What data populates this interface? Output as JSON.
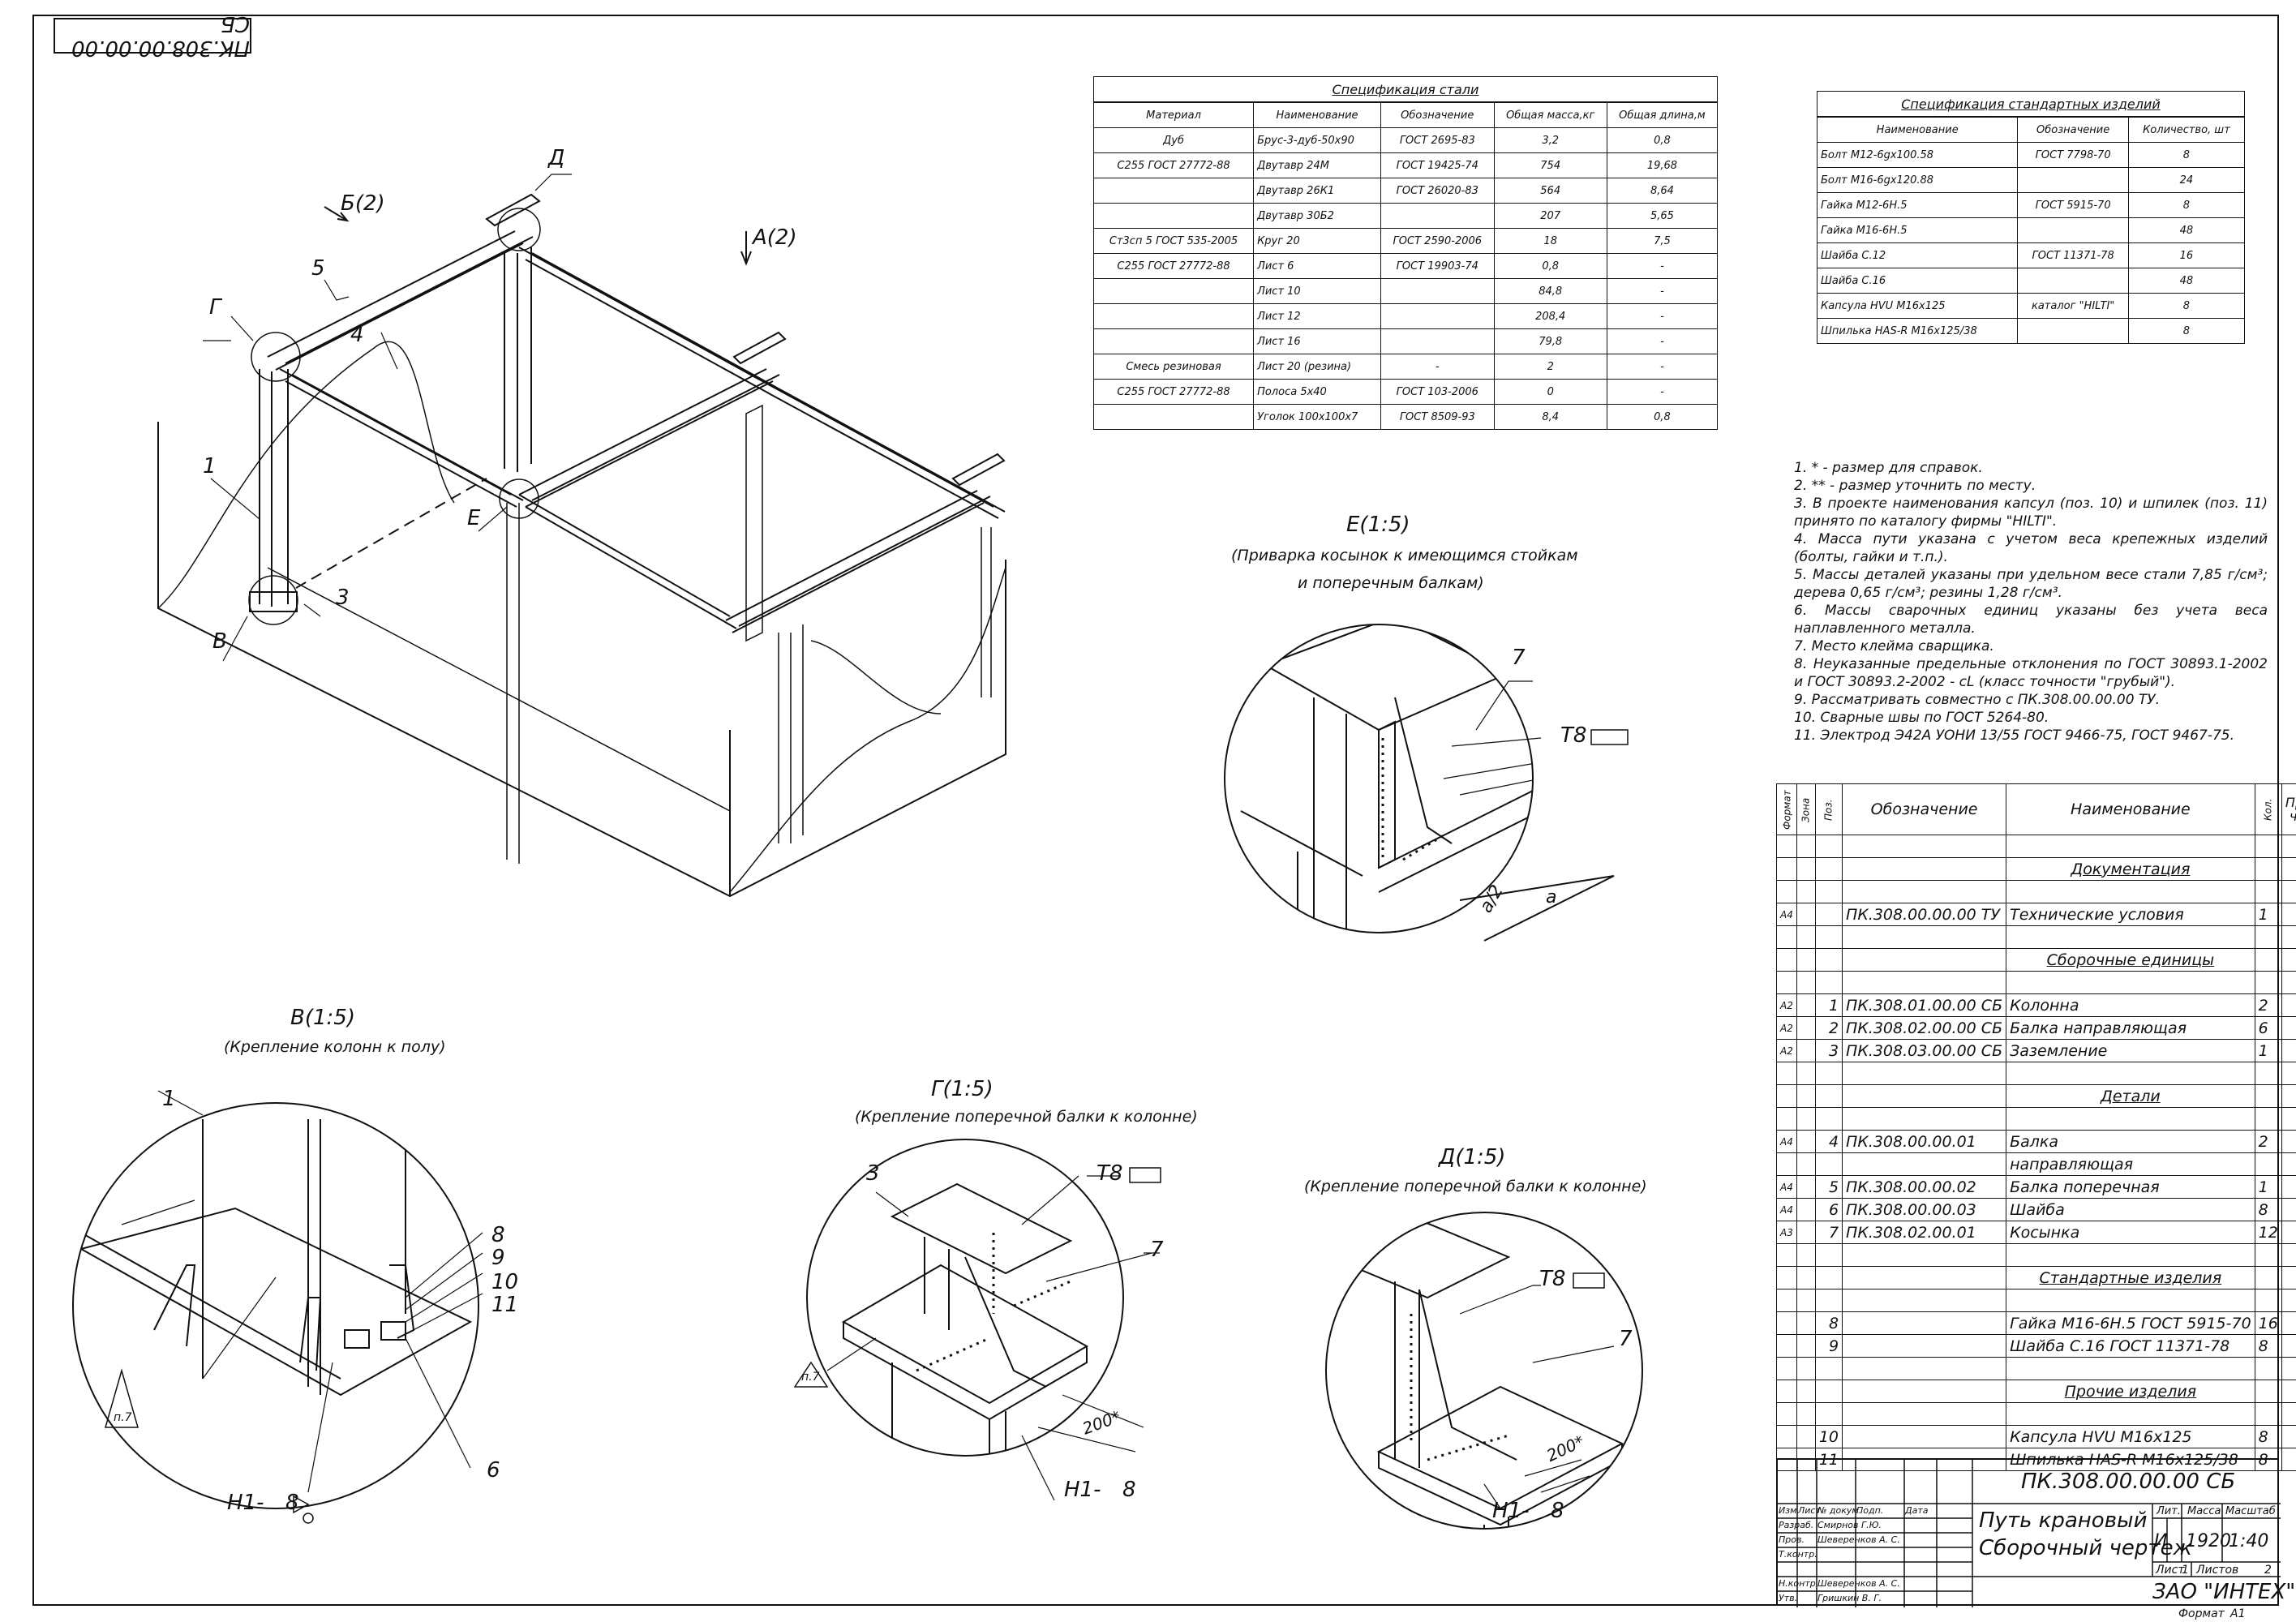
{
  "drawing_code_rotated": "ПК.308.00.00.00 СБ",
  "steel_spec": {
    "caption": "Спецификация стали",
    "headers": [
      "Материал",
      "Наименование",
      "Обозначение",
      "Общая масса,кг",
      "Общая длина,м"
    ],
    "rows": [
      [
        "Дуб",
        "Брус-3-дуб-50х90",
        "ГОСТ 2695-83",
        "3,2",
        "0,8"
      ],
      [
        "С255 ГОСТ 27772-88",
        "Двутавр 24М",
        "ГОСТ 19425-74",
        "754",
        "19,68"
      ],
      [
        "",
        "Двутавр 26К1",
        "ГОСТ 26020-83",
        "564",
        "8,64"
      ],
      [
        "",
        "Двутавр 30Б2",
        "",
        "207",
        "5,65"
      ],
      [
        "Ст3сп 5 ГОСТ 535-2005",
        "Круг 20",
        "ГОСТ 2590-2006",
        "18",
        "7,5"
      ],
      [
        "С255 ГОСТ 27772-88",
        "Лист 6",
        "ГОСТ 19903-74",
        "0,8",
        "-"
      ],
      [
        "",
        "Лист 10",
        "",
        "84,8",
        "-"
      ],
      [
        "",
        "Лист 12",
        "",
        "208,4",
        "-"
      ],
      [
        "",
        "Лист 16",
        "",
        "79,8",
        "-"
      ],
      [
        "Смесь резиновая",
        "Лист 20 (резина)",
        "-",
        "2",
        "-"
      ],
      [
        "С255 ГОСТ 27772-88",
        "Полоса 5х40",
        "ГОСТ 103-2006",
        "0",
        "-"
      ],
      [
        "",
        "Уголок 100х100х7",
        "ГОСТ 8509-93",
        "8,4",
        "0,8"
      ]
    ]
  },
  "std_spec": {
    "caption": "Спецификация стандартных изделий",
    "headers": [
      "Наименование",
      "Обозначение",
      "Количество, шт"
    ],
    "rows": [
      [
        "Болт М12-6gх100.58",
        "ГОСТ 7798-70",
        "8"
      ],
      [
        "Болт М16-6gх120.88",
        "",
        "24"
      ],
      [
        "Гайка М12-6Н.5",
        "ГОСТ 5915-70",
        "8"
      ],
      [
        "Гайка М16-6Н.5",
        "",
        "48"
      ],
      [
        "Шайба С.12",
        "ГОСТ 11371-78",
        "16"
      ],
      [
        "Шайба С.16",
        "",
        "48"
      ],
      [
        "Капсула HVU M16х125",
        "каталог \"HILTI\"",
        "8"
      ],
      [
        "Шпилька HAS-R M16х125/38",
        "",
        "8"
      ]
    ]
  },
  "notes": [
    "1. * - размер для справок.",
    "2. ** - размер уточнить по месту.",
    "3. В проекте наименования капсул (поз. 10) и шпилек (поз. 11) принято по каталогу фирмы \"HILTI\".",
    "4. Масса пути указана с учетом веса крепежных изделий (болты, гайки и т.п.).",
    "5. Массы деталей указаны при удельном весе стали 7,85 г/см³; дерева 0,65 г/см³; резины 1,28 г/см³.",
    "6. Массы сварочных единиц указаны без учета веса наплавленного металла.",
    "7. Место клейма сварщика.",
    "8. Неуказанные предельные отклонения по ГОСТ 30893.1-2002 и ГОСТ 30893.2-2002 - cL (класс точности \"грубый\").",
    "9. Рассматривать совместно с ПК.308.00.00.00 ТУ.",
    "10. Сварные швы по ГОСТ 5264-80.",
    "11. Электрод Э42А УОНИ 13/55 ГОСТ 9466-75, ГОСТ 9467-75."
  ],
  "parts_list": {
    "headers": {
      "format": "Формат",
      "zone": "Зона",
      "pos": "Поз.",
      "designation": "Обозначение",
      "name": "Наименование",
      "qty": "Кол.",
      "note": "Приме-чание"
    },
    "rows": [
      {
        "type": "blank"
      },
      {
        "type": "section",
        "name": "Документация"
      },
      {
        "type": "blank"
      },
      {
        "type": "item",
        "format": "А4",
        "pos": "",
        "designation": "ПК.308.00.00.00 ТУ",
        "name": "Технические условия",
        "qty": "1"
      },
      {
        "type": "blank"
      },
      {
        "type": "section",
        "name": "Сборочные единицы"
      },
      {
        "type": "blank"
      },
      {
        "type": "item",
        "format": "А2",
        "pos": "1",
        "designation": "ПК.308.01.00.00 СБ",
        "name": "Колонна",
        "qty": "2"
      },
      {
        "type": "item",
        "format": "А2",
        "pos": "2",
        "designation": "ПК.308.02.00.00 СБ",
        "name": "Балка направляющая",
        "qty": "6"
      },
      {
        "type": "item",
        "format": "А2",
        "pos": "3",
        "designation": "ПК.308.03.00.00 СБ",
        "name": "Заземление",
        "qty": "1"
      },
      {
        "type": "blank"
      },
      {
        "type": "section",
        "name": "Детали"
      },
      {
        "type": "blank"
      },
      {
        "type": "item",
        "format": "А4",
        "pos": "4",
        "designation": "ПК.308.00.00.01",
        "name": "Балка",
        "qty": "2"
      },
      {
        "type": "item",
        "format": "",
        "pos": "",
        "designation": "",
        "name": "направляющая",
        "qty": ""
      },
      {
        "type": "item",
        "format": "А4",
        "pos": "5",
        "designation": "ПК.308.00.00.02",
        "name": "Балка поперечная",
        "qty": "1"
      },
      {
        "type": "item",
        "format": "А4",
        "pos": "6",
        "designation": "ПК.308.00.00.03",
        "name": "Шайба",
        "qty": "8"
      },
      {
        "type": "item",
        "format": "А3",
        "pos": "7",
        "designation": "ПК.308.02.00.01",
        "name": "Косынка",
        "qty": "12"
      },
      {
        "type": "blank"
      },
      {
        "type": "section",
        "name": "Стандартные изделия"
      },
      {
        "type": "blank"
      },
      {
        "type": "item",
        "format": "",
        "pos": "8",
        "designation": "",
        "name": "Гайка М16-6Н.5 ГОСТ 5915-70",
        "qty": "16"
      },
      {
        "type": "item",
        "format": "",
        "pos": "9",
        "designation": "",
        "name": "Шайба С.16 ГОСТ 11371-78",
        "qty": "8"
      },
      {
        "type": "blank"
      },
      {
        "type": "section",
        "name": "Прочие изделия"
      },
      {
        "type": "blank"
      },
      {
        "type": "item",
        "format": "",
        "pos": "10",
        "designation": "",
        "name": "Капсула HVU M16х125",
        "qty": "8"
      },
      {
        "type": "item",
        "format": "",
        "pos": "11",
        "designation": "",
        "name": "Шпилька HAS-R M16х125/38",
        "qty": "8"
      }
    ]
  },
  "title_block": {
    "code": "ПК.308.00.00.00 СБ",
    "name_line1": "Путь крановый",
    "name_line2": "Сборочный чертеж",
    "lit_header": "Лит.",
    "mass_header": "Масса",
    "scale_header": "Масштаб",
    "lit": "И",
    "mass": "1920",
    "scale": "1:40",
    "sheet_label": "Лист",
    "sheet": "1",
    "sheets_label": "Листов",
    "sheets": "2",
    "company": "ЗАО \"ИНТЕХ\"",
    "format_label": "Формат",
    "format": "А1",
    "head_cols": [
      "Изм.",
      "Лист",
      "№ докум.",
      "Подп.",
      "Дата"
    ],
    "roles": [
      {
        "role": "Разраб.",
        "name": "Смирнов Г.Ю."
      },
      {
        "role": "Пров.",
        "name": "Шеверенков А. С."
      },
      {
        "role": "Т.контр.",
        "name": ""
      },
      {
        "role": "Н.контр.",
        "name": "Шеверенков А. С."
      },
      {
        "role": "Утв.",
        "name": "Гришкин В. Г."
      }
    ]
  },
  "views": {
    "V": {
      "title": "В(1:5)",
      "subtitle": "(Крепление колонн к полу)"
    },
    "G": {
      "title": "Г(1:5)",
      "subtitle": "(Крепление поперечной балки к колонне)"
    },
    "D": {
      "title": "Д(1:5)",
      "subtitle": "(Крепление поперечной балки к колонне)"
    },
    "E": {
      "title": "Е(1:5)",
      "subtitle": "(Приварка косынок к имеющимся стойкам",
      "subtitle2": "и поперечным балкам)"
    }
  },
  "labels": {
    "B2": "Б(2)",
    "A2": "А(2)",
    "D": "Д",
    "G": "Г",
    "E": "Е",
    "V": "В",
    "p1": "1",
    "p3": "3",
    "p4": "4",
    "p5": "5",
    "p6": "6",
    "p7": "7",
    "p8": "8",
    "p9": "9",
    "p10": "10",
    "p11": "11",
    "T8": "Т8",
    "H1": "Н1-",
    "weld8": "8",
    "p7note": "п.7",
    "dim200": "200*",
    "dima": "a",
    "dima2": "a/2"
  }
}
